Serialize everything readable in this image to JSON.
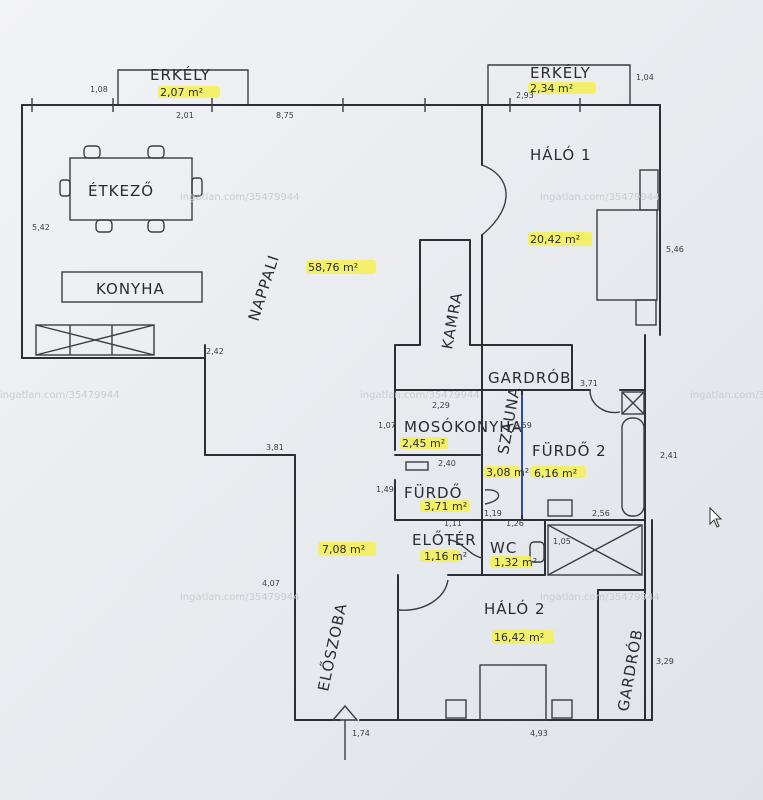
{
  "watermark": "ingatlan.com/35479944",
  "rooms": {
    "erkely_left": {
      "label": "ERKÉLY",
      "area": "2,07 m²"
    },
    "erkely_right": {
      "label": "ERKÉLY",
      "area": "2,34 m²"
    },
    "etkezo": {
      "label": "ÉTKEZŐ"
    },
    "konyha": {
      "label": "KONYHA"
    },
    "nappali": {
      "label": "NAPPALI",
      "area": "58,76 m²"
    },
    "halo1": {
      "label": "HÁLÓ 1",
      "area": "20,42 m²"
    },
    "kamra": {
      "label": "KAMRA"
    },
    "gardrob1": {
      "label": "GARDRÓB"
    },
    "mosokonyha": {
      "label": "MOSÓKONYHA",
      "area": "2,45 m²"
    },
    "szauna": {
      "label": "SZAUNA",
      "area": "3,08 m²"
    },
    "furdo2": {
      "label": "FÜRDŐ 2",
      "area": "6,16 m²"
    },
    "furdo": {
      "label": "FÜRDŐ",
      "area": "3,71 m²"
    },
    "eloter": {
      "label": "ELŐTÉR",
      "area": "1,16 m²"
    },
    "wc": {
      "label": "WC",
      "area": "1,32 m²"
    },
    "eloszoba": {
      "label": "ELŐSZOBA",
      "area": "7,08 m²"
    },
    "halo2": {
      "label": "HÁLÓ 2",
      "area": "16,42 m²"
    },
    "gardrob2": {
      "label": "GARDRÓB"
    }
  },
  "dimensions": {
    "d1": "1,08",
    "d2": "2,01",
    "d3": "8,75",
    "d4": "2,93",
    "d5": "1,04",
    "d6": "5,42",
    "d7": "5,46",
    "d8": "2,42",
    "d9": "3,81",
    "d10": "3,71",
    "d11": "2,29",
    "d12": "1,07",
    "d13": "2,59",
    "d14": "2,41",
    "d15": "2,40",
    "d16": "1,49",
    "d17": "1,19",
    "d18": "1,26",
    "d19": "2,56",
    "d20": "1,11",
    "d21": "1,05",
    "d22": "4,07",
    "d23": "3,29",
    "d24": "1,74",
    "d25": "4,93"
  },
  "colors": {
    "highlight": "#f4f054",
    "line": "#2d2f36",
    "paper": "#eef0f3"
  }
}
